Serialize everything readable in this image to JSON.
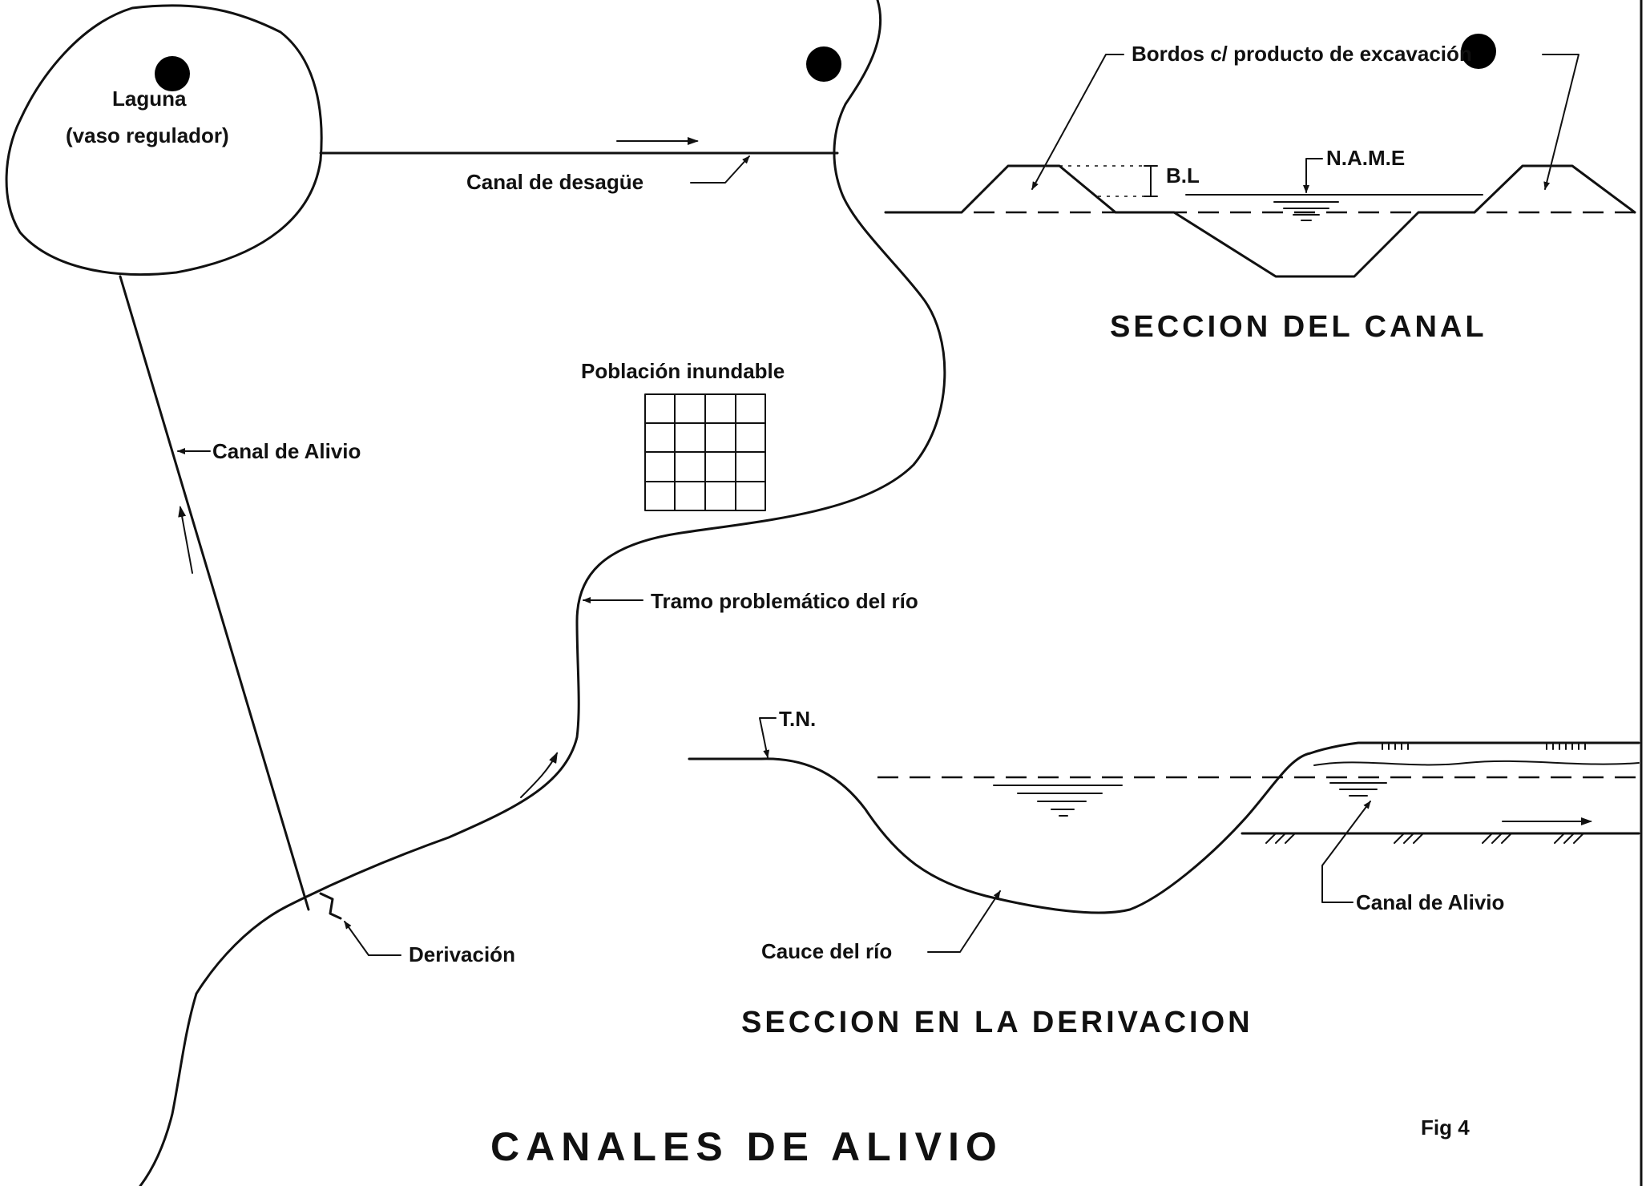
{
  "plan": {
    "laguna_line1": "Laguna",
    "laguna_line2": "(vaso regulador)",
    "canal_desague": "Canal de desagüe",
    "poblacion": "Población inundable",
    "canal_alivio": "Canal de Alivio",
    "tramo": "Tramo problemático del río",
    "derivacion": "Derivación"
  },
  "seccion_canal": {
    "bordos": "Bordos c/ producto de excavación",
    "bl": "B.L",
    "name": "N.A.M.E",
    "title": "SECCION DEL CANAL"
  },
  "seccion_derivacion": {
    "tn": "T.N.",
    "cauce": "Cauce del río",
    "canal_alivio": "Canal de Alivio",
    "title": "SECCION EN LA DERIVACION"
  },
  "figure": {
    "title": "CANALES DE ALIVIO",
    "number": "Fig 4"
  }
}
